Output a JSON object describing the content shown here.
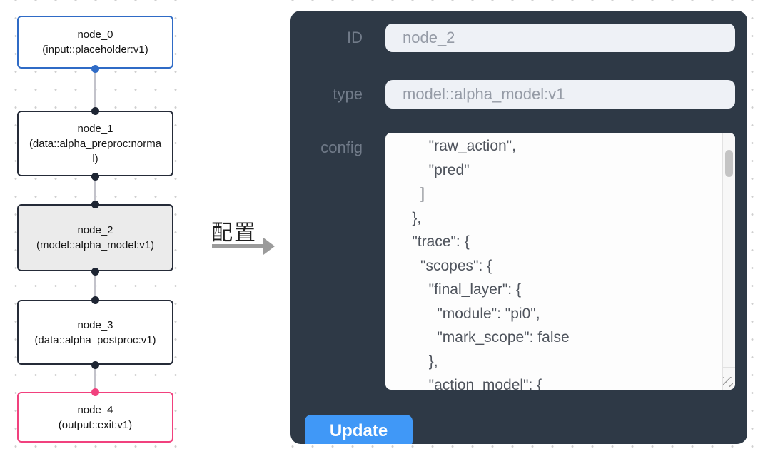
{
  "canvas": {
    "nodes": [
      {
        "id": "node_0",
        "title": "node_0",
        "subtitle": "(input::placeholder:v1)",
        "border_color": "#2f6bc6",
        "background": "#ffffff",
        "selected": false
      },
      {
        "id": "node_1",
        "title": "node_1",
        "subtitle": "(data::alpha_preproc:normal)",
        "border_color": "#252b38",
        "background": "#ffffff",
        "selected": false
      },
      {
        "id": "node_2",
        "title": "node_2",
        "subtitle": "(model::alpha_model:v1)",
        "border_color": "#252b38",
        "background": "#ebebeb",
        "selected": true
      },
      {
        "id": "node_3",
        "title": "node_3",
        "subtitle": "(data::alpha_postproc:v1)",
        "border_color": "#252b38",
        "background": "#ffffff",
        "selected": false
      },
      {
        "id": "node_4",
        "title": "node_4",
        "subtitle": "(output::exit:v1)",
        "border_color": "#f1417e",
        "background": "#ffffff",
        "selected": false
      }
    ],
    "port_colors": {
      "input_node": "#2f6bc6",
      "default": "#1e2533",
      "output_node": "#f1417e"
    },
    "edge_color": "#c2c2ca"
  },
  "arrow": {
    "label": "配置",
    "color": "#9b9b9b"
  },
  "panel": {
    "background": "#2e3946",
    "fields": {
      "id": {
        "label": "ID",
        "value": "node_2"
      },
      "type": {
        "label": "type",
        "value": "model::alpha_model:v1"
      },
      "config": {
        "label": "config",
        "value": "        \"raw_action\",\n        \"pred\"\n      ]\n    },\n    \"trace\": {\n      \"scopes\": {\n        \"final_layer\": {\n          \"module\": \"pi0\",\n          \"mark_scope\": false\n        },\n        \"action_model\": {"
      }
    },
    "update_button": {
      "label": "Update",
      "color": "#4098f7"
    }
  }
}
